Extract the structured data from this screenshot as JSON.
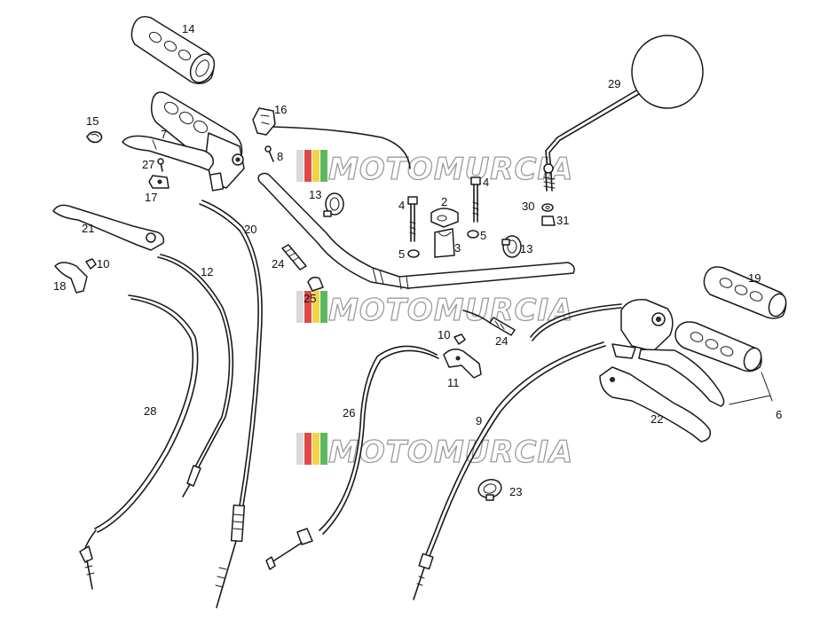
{
  "watermark": {
    "text": "MOTOMURCIA",
    "colors": [
      "#d9d9d9",
      "#e04848",
      "#f2d34a",
      "#5cb85c"
    ]
  },
  "callouts": {
    "c2": "2",
    "c3": "3",
    "c4a": "4",
    "c4b": "4",
    "c5a": "5",
    "c5b": "5",
    "c6": "6",
    "c7": "7",
    "c8": "8",
    "c9": "9",
    "c10a": "10",
    "c10b": "10",
    "c11": "11",
    "c12": "12",
    "c13a": "13",
    "c13b": "13",
    "c14": "14",
    "c15": "15",
    "c16": "16",
    "c17": "17",
    "c18": "18",
    "c19": "19",
    "c20": "20",
    "c21": "21",
    "c22": "22",
    "c23": "23",
    "c24a": "24",
    "c24b": "24",
    "c25": "25",
    "c26": "26",
    "c27": "27",
    "c28": "28",
    "c29": "29",
    "c30": "30",
    "c31": "31"
  },
  "parts": [
    "left-grip",
    "throttle-grip",
    "handlebar",
    "handlebar-clamp",
    "mirror",
    "clutch-lever",
    "brake-lever",
    "switch-assembly",
    "right-grips",
    "throttle-cable",
    "clutch-cable",
    "choke-cable",
    "speedometer-cable",
    "brake-cable"
  ]
}
